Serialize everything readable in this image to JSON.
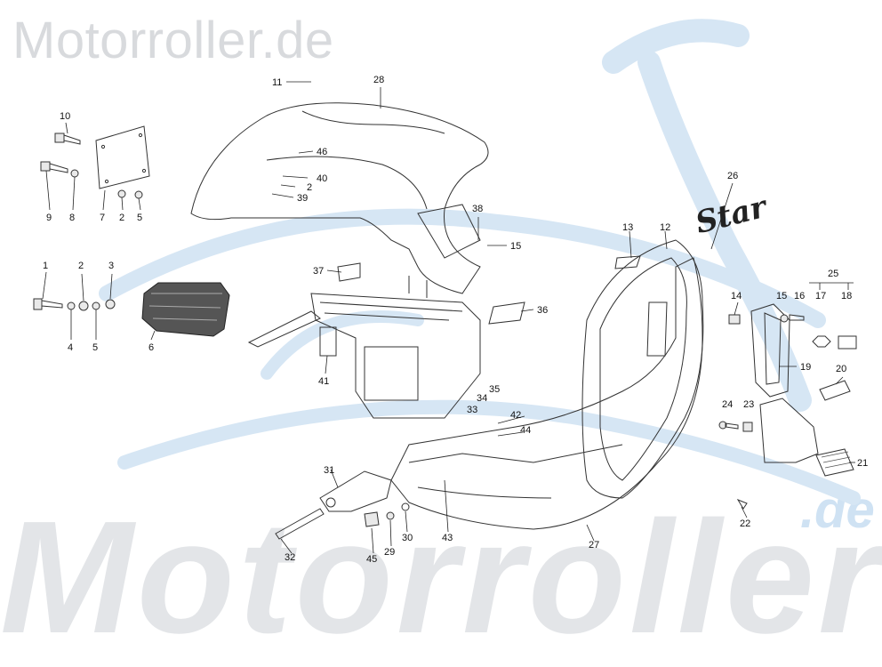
{
  "watermark": {
    "top_text": "Motorroller.de",
    "bottom_text": "Motorroller",
    "suffix_text": ".de",
    "colors": {
      "gray": "#d8dadd",
      "blue": "#cfe2f3"
    }
  },
  "logo_text": "Star",
  "callouts": [
    {
      "id": "c11",
      "label": "11"
    },
    {
      "id": "c28",
      "label": "28"
    },
    {
      "id": "c10",
      "label": "10"
    },
    {
      "id": "c46",
      "label": "46"
    },
    {
      "id": "c40",
      "label": "40"
    },
    {
      "id": "c2a",
      "label": "2"
    },
    {
      "id": "c39",
      "label": "39"
    },
    {
      "id": "c9",
      "label": "9"
    },
    {
      "id": "c8",
      "label": "8"
    },
    {
      "id": "c7",
      "label": "7"
    },
    {
      "id": "c2b",
      "label": "2"
    },
    {
      "id": "c5a",
      "label": "5"
    },
    {
      "id": "c26",
      "label": "26"
    },
    {
      "id": "c38",
      "label": "38"
    },
    {
      "id": "c15a",
      "label": "15"
    },
    {
      "id": "c13",
      "label": "13"
    },
    {
      "id": "c12",
      "label": "12"
    },
    {
      "id": "c1",
      "label": "1"
    },
    {
      "id": "c2c",
      "label": "2"
    },
    {
      "id": "c3",
      "label": "3"
    },
    {
      "id": "c37",
      "label": "37"
    },
    {
      "id": "c25",
      "label": "25"
    },
    {
      "id": "c4",
      "label": "4"
    },
    {
      "id": "c5b",
      "label": "5"
    },
    {
      "id": "c6",
      "label": "6"
    },
    {
      "id": "c36",
      "label": "36"
    },
    {
      "id": "c14",
      "label": "14"
    },
    {
      "id": "c15b",
      "label": "15"
    },
    {
      "id": "c16",
      "label": "16"
    },
    {
      "id": "c17",
      "label": "17"
    },
    {
      "id": "c18",
      "label": "18"
    },
    {
      "id": "c41",
      "label": "41"
    },
    {
      "id": "c19",
      "label": "19"
    },
    {
      "id": "c20",
      "label": "20"
    },
    {
      "id": "c35",
      "label": "35"
    },
    {
      "id": "c34",
      "label": "34"
    },
    {
      "id": "c33",
      "label": "33"
    },
    {
      "id": "c42",
      "label": "42"
    },
    {
      "id": "c44",
      "label": "44"
    },
    {
      "id": "c24",
      "label": "24"
    },
    {
      "id": "c23",
      "label": "23"
    },
    {
      "id": "c31",
      "label": "31"
    },
    {
      "id": "c21",
      "label": "21"
    },
    {
      "id": "c22",
      "label": "22"
    },
    {
      "id": "c27",
      "label": "27"
    },
    {
      "id": "c30",
      "label": "30"
    },
    {
      "id": "c43",
      "label": "43"
    },
    {
      "id": "c32",
      "label": "32"
    },
    {
      "id": "c29",
      "label": "29"
    },
    {
      "id": "c45",
      "label": "45"
    }
  ]
}
